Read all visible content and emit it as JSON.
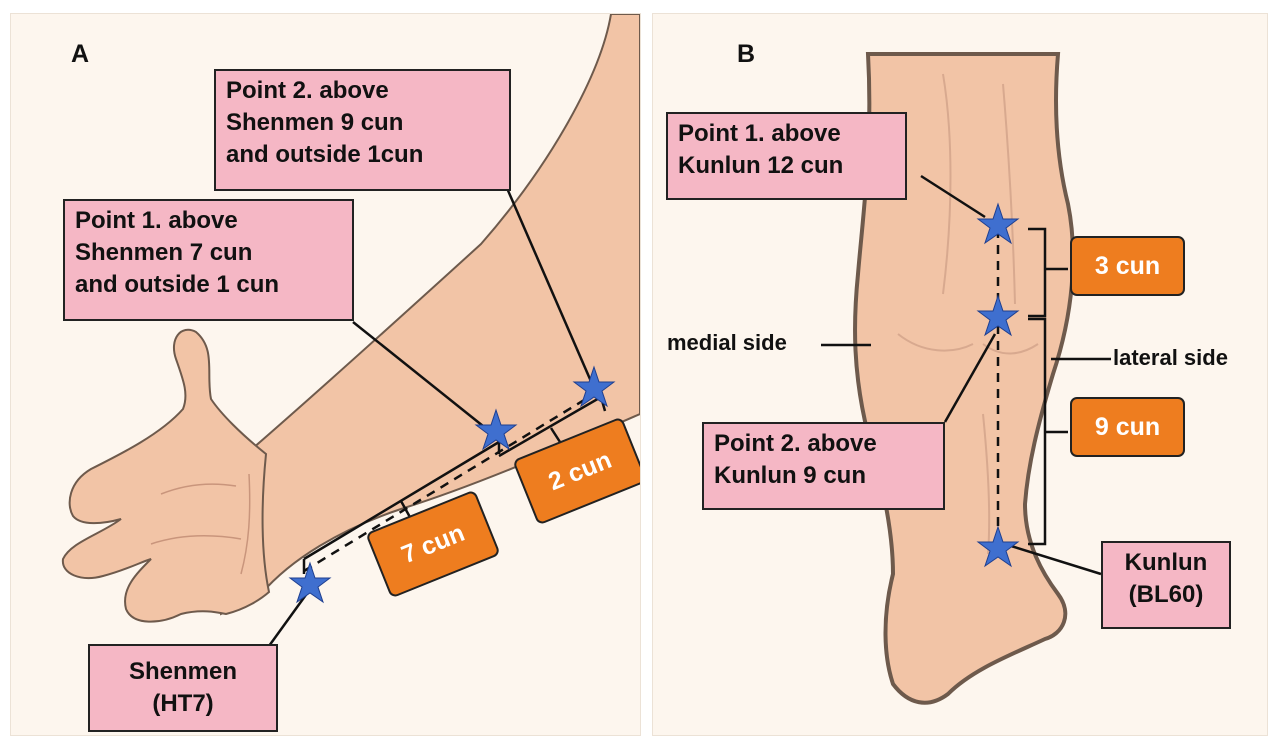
{
  "panel_a": {
    "letter": "A",
    "point2_label": "Point 2. above\nShenmen 9 cun\nand outside 1cun",
    "point1_label": "Point 1. above\nShenmen 7 cun\nand outside 1 cun",
    "shenmen_label": "Shenmen\n(HT7)",
    "measure_7": "7 cun",
    "measure_2": "2 cun"
  },
  "panel_b": {
    "letter": "B",
    "point1_label": "Point 1. above\nKunlun 12 cun",
    "point2_label": "Point 2. above\nKunlun 9 cun",
    "kunlun_label": "Kunlun\n(BL60)",
    "measure_3": "3 cun",
    "measure_9": "9 cun",
    "medial_label": "medial side",
    "lateral_label": "lateral side"
  },
  "colors": {
    "background": "#fdf6ee",
    "skin": "#f2c4a6",
    "label_fill": "#f5b7c5",
    "measure_fill": "#ee7d1f",
    "star": "#3f6fcf"
  }
}
